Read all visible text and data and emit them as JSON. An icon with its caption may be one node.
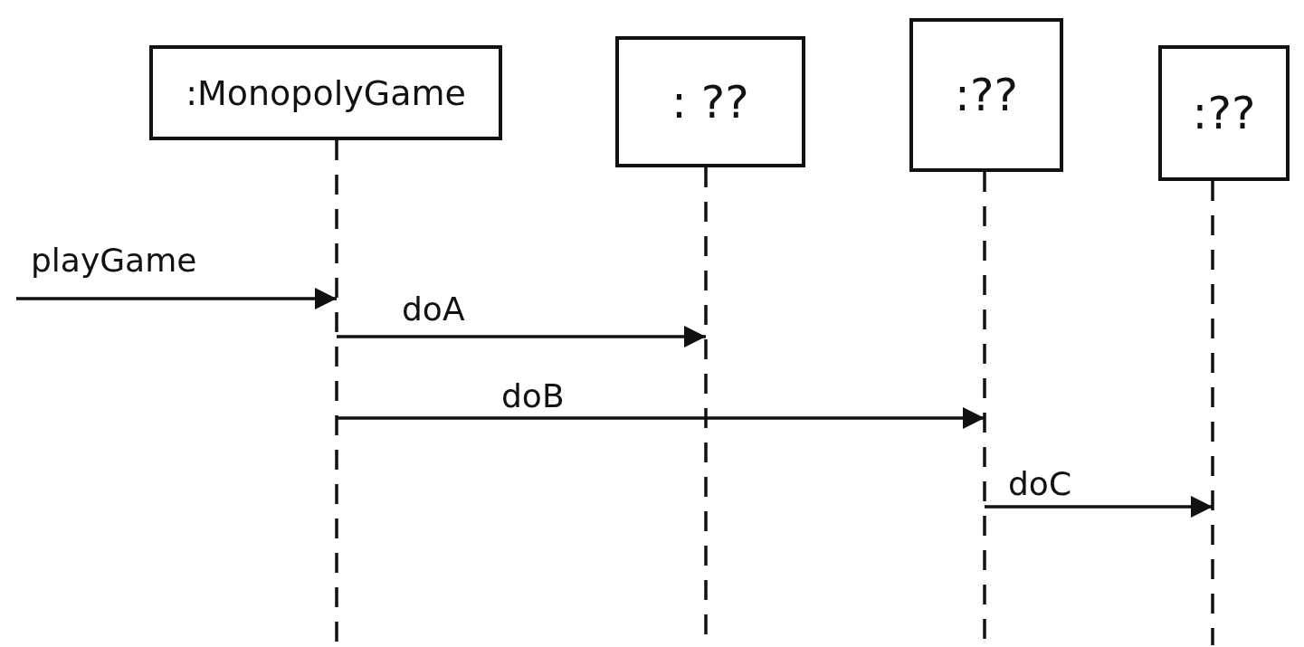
{
  "diagram": {
    "nodes": [
      {
        "text": [
          ":MonopolyGame"
        ]
      },
      {
        "text": [
          ": ??"
        ]
      },
      {
        "text": [
          ":??"
        ]
      },
      {
        "text": [
          ":??"
        ]
      }
    ],
    "edges": [
      {
        "from": null,
        "to": 0,
        "arrow": "to",
        "label": "playGame"
      },
      {
        "from": 0,
        "to": 1,
        "arrow": "to",
        "label": "doA"
      },
      {
        "from": 0,
        "to": 2,
        "arrow": "to",
        "label": "doB"
      },
      {
        "from": 2,
        "to": 3,
        "arrow": "to",
        "label": "doC"
      }
    ]
  }
}
